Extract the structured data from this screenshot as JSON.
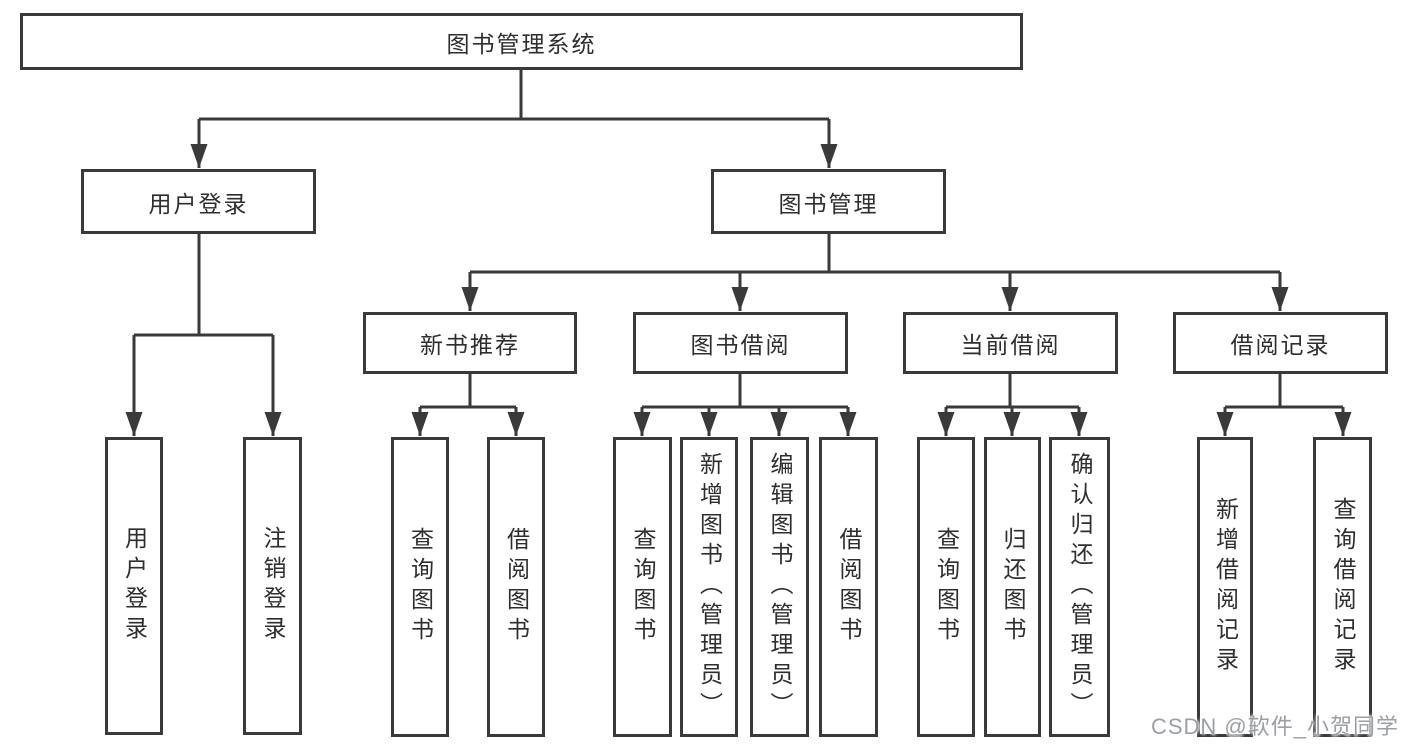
{
  "tree": {
    "label": "图书管理系统",
    "children": [
      {
        "label": "用户登录",
        "children": [
          {
            "label": "用户登录"
          },
          {
            "label": "注销登录"
          }
        ]
      },
      {
        "label": "图书管理",
        "children": [
          {
            "label": "新书推荐",
            "children": [
              {
                "label": "查询图书"
              },
              {
                "label": "借阅图书"
              }
            ]
          },
          {
            "label": "图书借阅",
            "children": [
              {
                "label": "查询图书"
              },
              {
                "label": "新增图书（管理员）"
              },
              {
                "label": "编辑图书（管理员）"
              },
              {
                "label": "借阅图书"
              }
            ]
          },
          {
            "label": "当前借阅",
            "children": [
              {
                "label": "查询图书"
              },
              {
                "label": "归还图书"
              },
              {
                "label": "确认归还（管理员）"
              }
            ]
          },
          {
            "label": "借阅记录",
            "children": [
              {
                "label": "新增借阅记录"
              },
              {
                "label": "查询借阅记录"
              }
            ]
          }
        ]
      }
    ]
  },
  "watermark": {
    "text": "CSDN @软件_小贺同学"
  },
  "colors": {
    "line": "#3a3a3a",
    "text": "#2e2e2e",
    "background": "#ffffff",
    "watermark": "#9b9fa4"
  }
}
